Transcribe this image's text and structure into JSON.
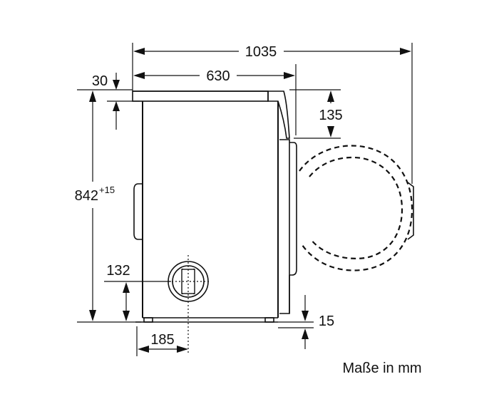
{
  "dimensions": {
    "total_depth": "1035",
    "body_depth": "630",
    "top_offset": "30",
    "height_main": "842",
    "height_tolerance": "+15",
    "door_top_offset": "135",
    "hose_height": "132",
    "feet_height": "15",
    "hose_offset": "185"
  },
  "caption": "Maße in mm",
  "colors": {
    "line": "#111111",
    "background": "#ffffff",
    "accent_grey": "#d9d9d9"
  }
}
